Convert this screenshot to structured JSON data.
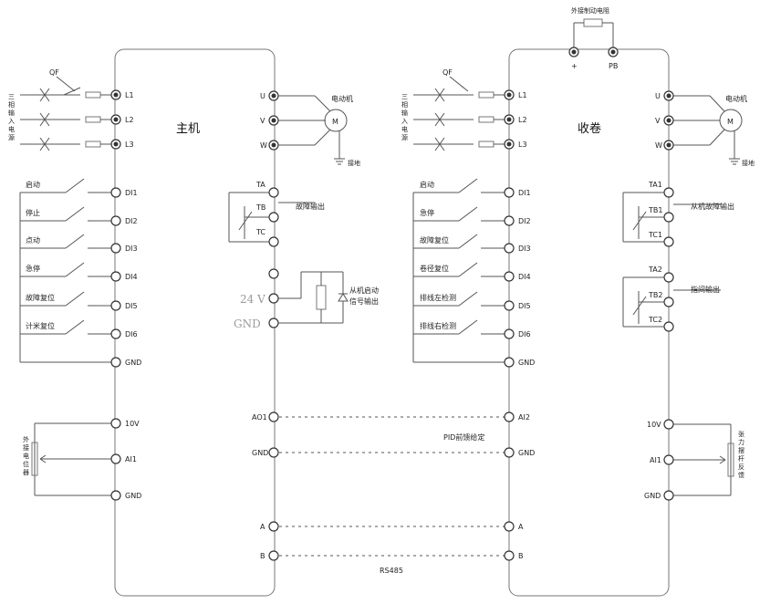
{
  "main": {
    "title": "主机",
    "power_qf": "QF",
    "power_label_chars": [
      "三",
      "相",
      "输",
      "入",
      "电",
      "源"
    ],
    "power_terms": [
      "L1",
      "L2",
      "L3"
    ],
    "motor_terms": [
      "U",
      "V",
      "W"
    ],
    "motor_label": "电动机",
    "motor_symbol": "M",
    "ground_label": "接地",
    "relay_terms": [
      "TA",
      "TB",
      "TC"
    ],
    "relay_label": "故障输出",
    "di_labels": [
      "启动",
      "停止",
      "点动",
      "急停",
      "故障复位",
      "计米复位"
    ],
    "di_terms": [
      "DI1",
      "DI2",
      "DI3",
      "DI4",
      "DI5",
      "DI6",
      "GND"
    ],
    "start_signal_label_1": "从机启动",
    "start_signal_label_2": "信号输出",
    "v24_label": "24 V",
    "gnd_gray_label": "GND",
    "pot_label_chars": [
      "外",
      "接",
      "电",
      "位",
      "器"
    ],
    "analog_terms": [
      "10V",
      "AI1",
      "GND"
    ],
    "ao_terms": [
      "AO1",
      "GND"
    ],
    "comm_terms": [
      "A",
      "B"
    ]
  },
  "follower": {
    "title": "收卷",
    "brake_resistor_label": "外接制动电阻",
    "brake_terms": [
      "+",
      "PB"
    ],
    "power_qf": "QF",
    "power_label_chars": [
      "三",
      "相",
      "输",
      "入",
      "电",
      "源"
    ],
    "power_terms": [
      "L1",
      "L2",
      "L3"
    ],
    "motor_terms": [
      "U",
      "V",
      "W"
    ],
    "motor_label": "电动机",
    "motor_symbol": "M",
    "ground_label": "接地",
    "relay1_terms": [
      "TA1",
      "TB1",
      "TC1"
    ],
    "relay1_label": "从机故障输出",
    "relay2_terms": [
      "TA2",
      "TB2",
      "TC2"
    ],
    "relay2_label": "指间输出",
    "di_labels": [
      "启动",
      "急停",
      "故障复位",
      "卷径复位",
      "排线左检测",
      "排线右检测"
    ],
    "di_terms": [
      "DI1",
      "DI2",
      "DI3",
      "DI4",
      "DI5",
      "DI6",
      "GND"
    ],
    "analog_in_terms": [
      "AI2",
      "GND"
    ],
    "feedback_terms": [
      "10V",
      "AI1",
      "GND"
    ],
    "feedback_label_chars": [
      "张",
      "力",
      "摆",
      "杆",
      "反",
      "馈"
    ],
    "comm_terms": [
      "A",
      "B"
    ]
  },
  "links": {
    "pid_label": "PID前馈给定",
    "rs485_label": "RS485"
  }
}
